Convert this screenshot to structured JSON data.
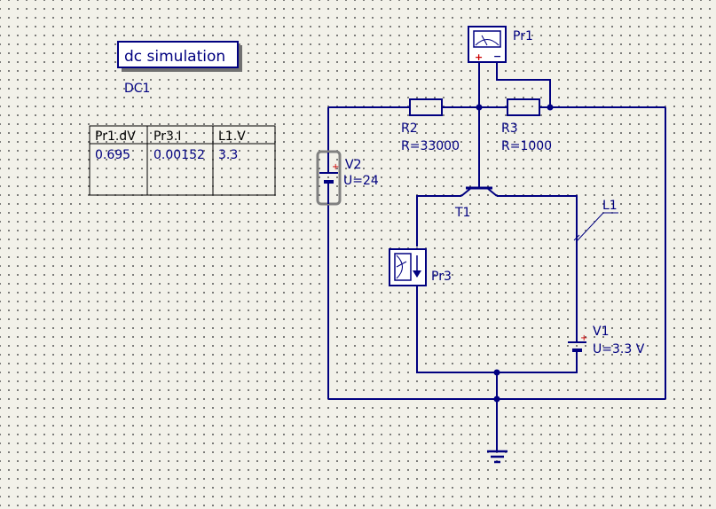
{
  "simulation": {
    "label": "dc simulation",
    "name": "DC1"
  },
  "table": {
    "headers": [
      "Pr1.dV",
      "Pr3.I",
      "L1.V"
    ],
    "values": [
      "0.695",
      "0.00152",
      "3.3"
    ]
  },
  "components": {
    "R2": {
      "name": "R2",
      "value": "R=33000"
    },
    "R3": {
      "name": "R3",
      "value": "R=1000"
    },
    "V2": {
      "name": "V2",
      "value": "U=24"
    },
    "V1": {
      "name": "V1",
      "value": "U=3.3 V"
    },
    "T1": {
      "name": "T1"
    },
    "Pr1": {
      "name": "Pr1"
    },
    "Pr3": {
      "name": "Pr3"
    },
    "L1": {
      "name": "L1"
    }
  },
  "symbols": {
    "plus": "+",
    "minus": "−"
  },
  "colors": {
    "wire": "#000080",
    "background": "#f2f1e9",
    "plus": "#cc0000",
    "selection": "#808080"
  }
}
